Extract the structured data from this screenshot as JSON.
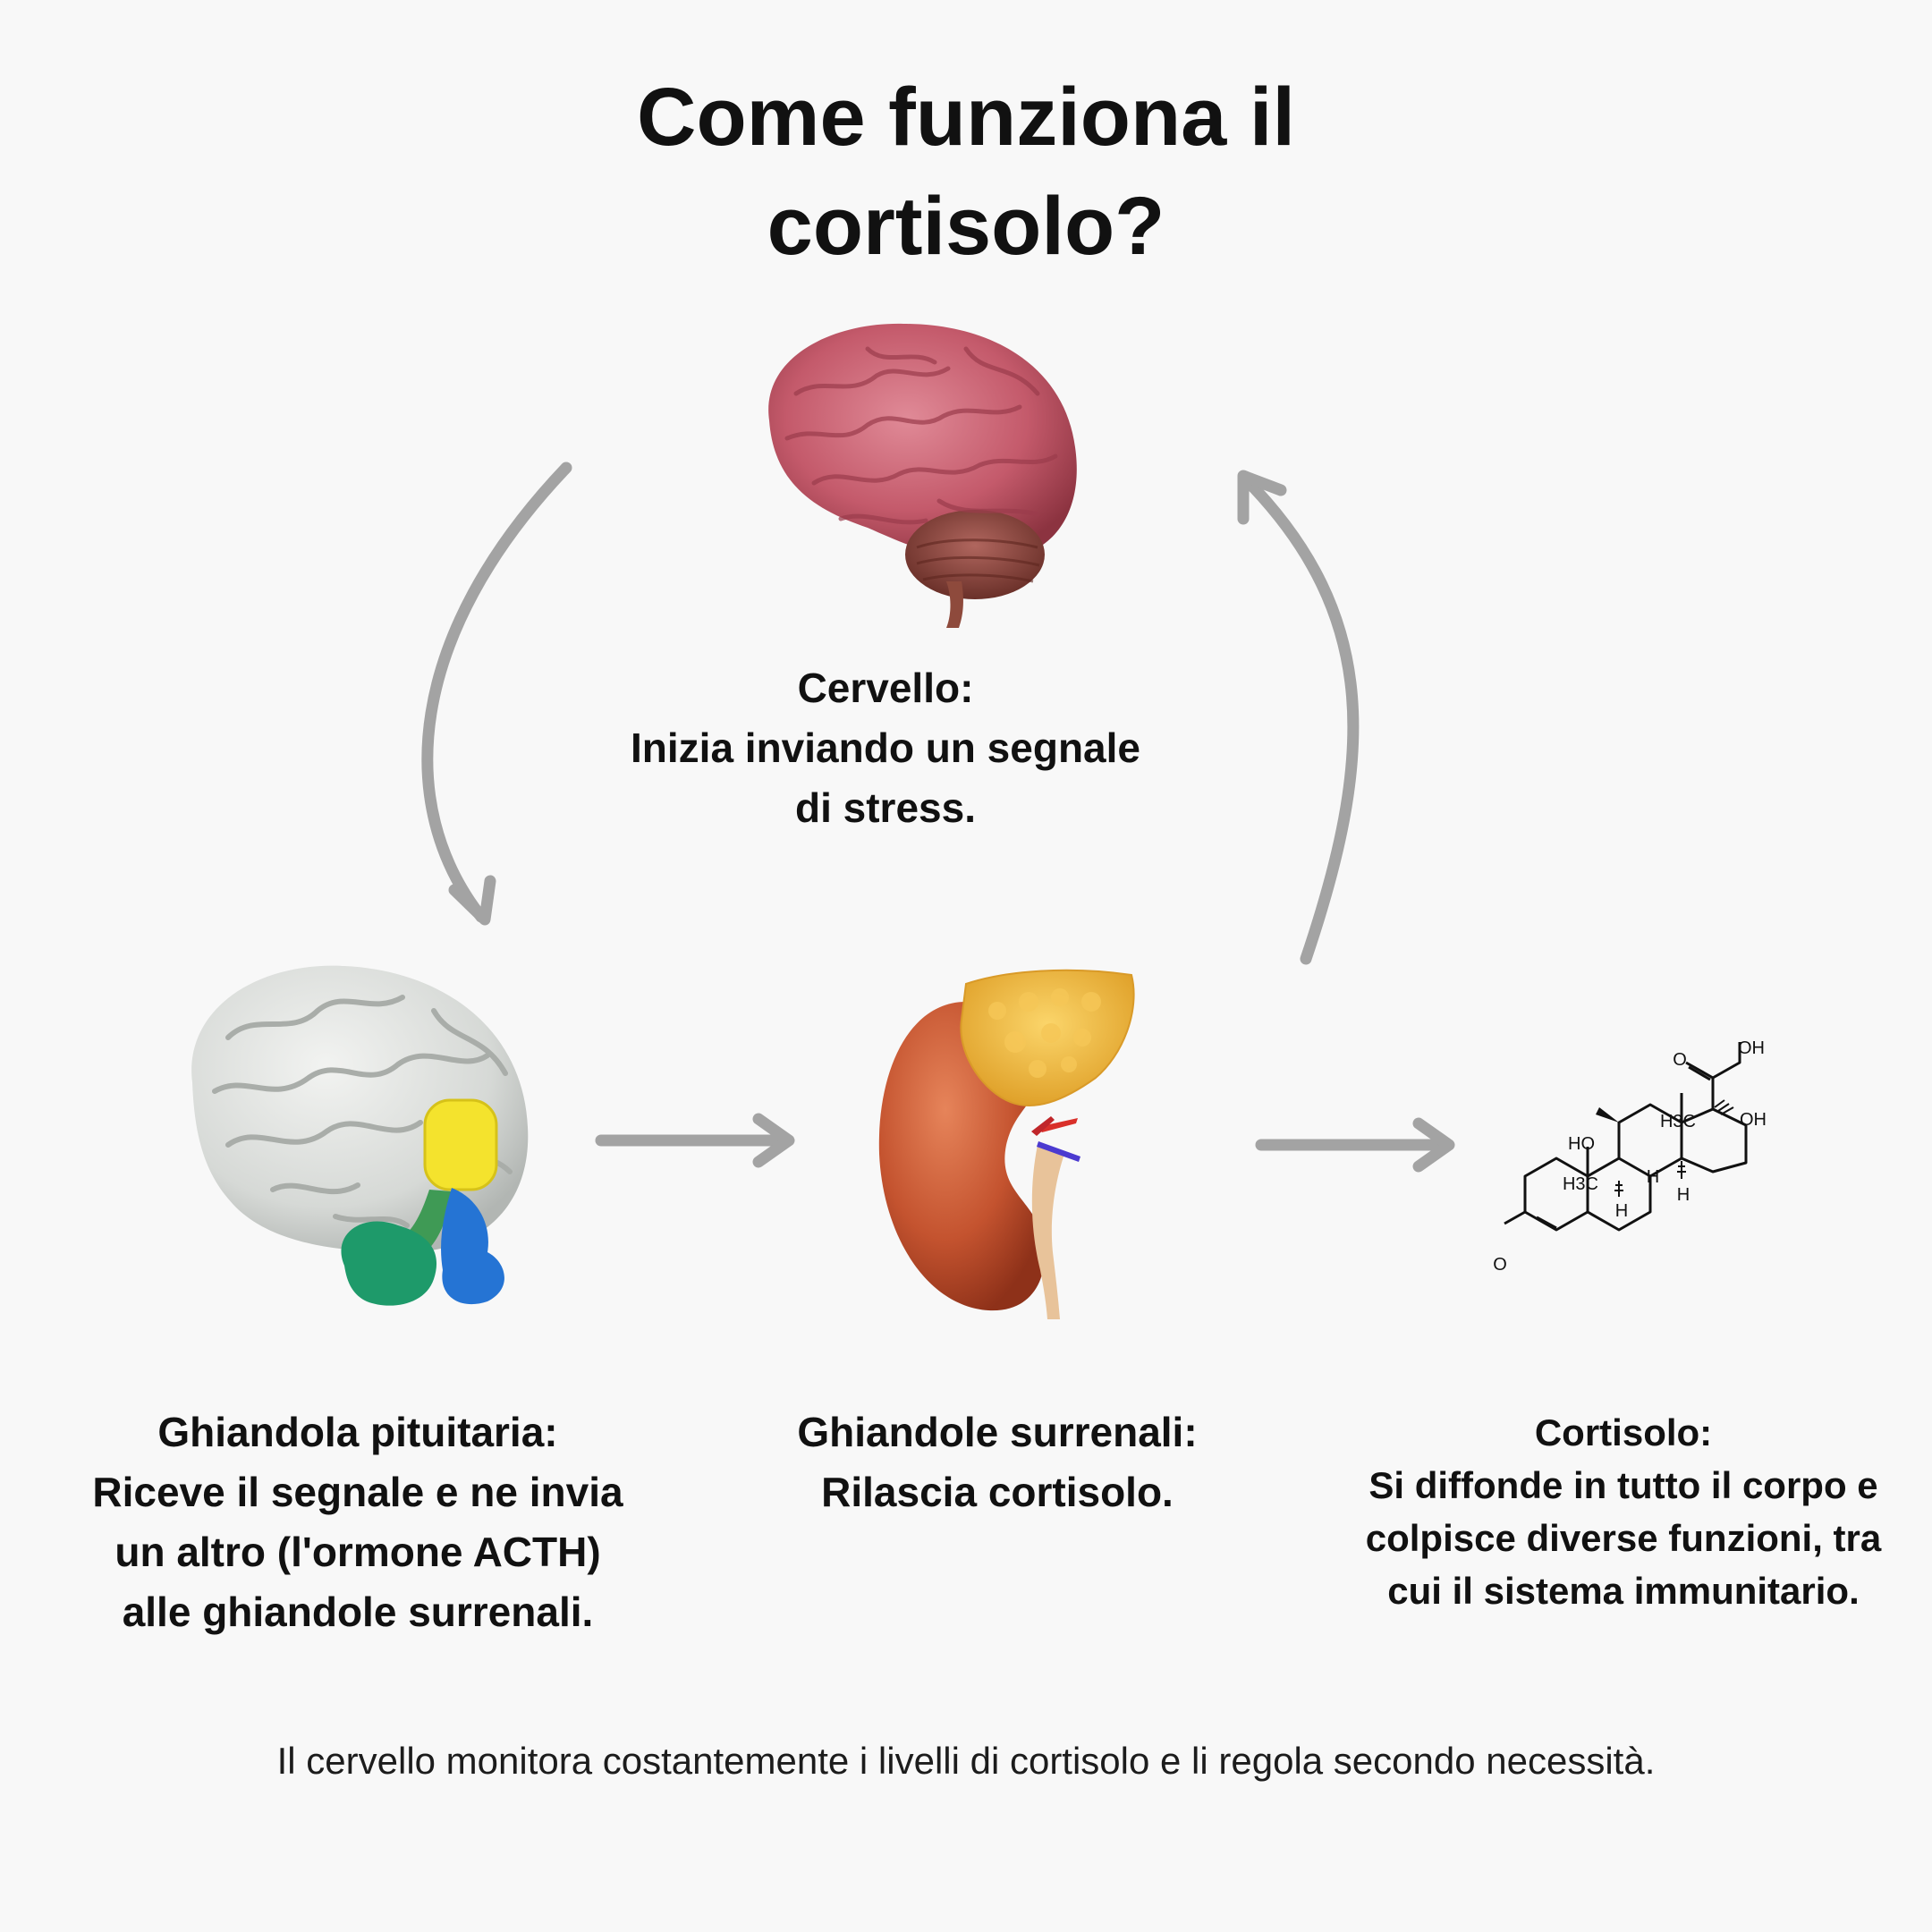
{
  "title": {
    "line1": "Come funziona il",
    "line2": "cortisolo?"
  },
  "nodes": {
    "brain": {
      "heading": "Cervello:",
      "line1": "Inizia inviando un segnale",
      "line2": "di stress."
    },
    "pituitary": {
      "heading": "Ghiandola pituitaria:",
      "line1": "Riceve il segnale e ne invia",
      "line2": "un altro (l'ormone ACTH)",
      "line3": "alle ghiandole surrenali."
    },
    "adrenal": {
      "heading": "Ghiandole surrenali:",
      "line1": "Rilascia cortisolo."
    },
    "cortisol": {
      "heading": "Cortisolo:",
      "line1": "Si diffonde in tutto il corpo e",
      "line2": "colpisce diverse funzioni, tra",
      "line3": "cui il sistema immunitario."
    }
  },
  "molecule_labels": {
    "oh_top": "OH",
    "oh_right": "OH",
    "o_keto": "O",
    "o_ring": "O",
    "ho": "HO",
    "h3c_1": "H3C",
    "h3c_2": "H3C",
    "h_1": "H",
    "h_2": "H",
    "h_3": "H"
  },
  "footer": "Il cervello monitora costantemente i livelli di cortisolo e li regola secondo necessità.",
  "colors": {
    "background": "#f8f8f8",
    "arrow": "#a3a3a3",
    "brain": "#c25b6b",
    "pituitary_brain": "#d8dbd8",
    "kidney": "#c9593a",
    "adrenal": "#f1b843"
  },
  "icons": [
    "brain-icon",
    "pituitary-brain-icon",
    "kidney-adrenal-icon",
    "cortisol-molecule-icon"
  ]
}
